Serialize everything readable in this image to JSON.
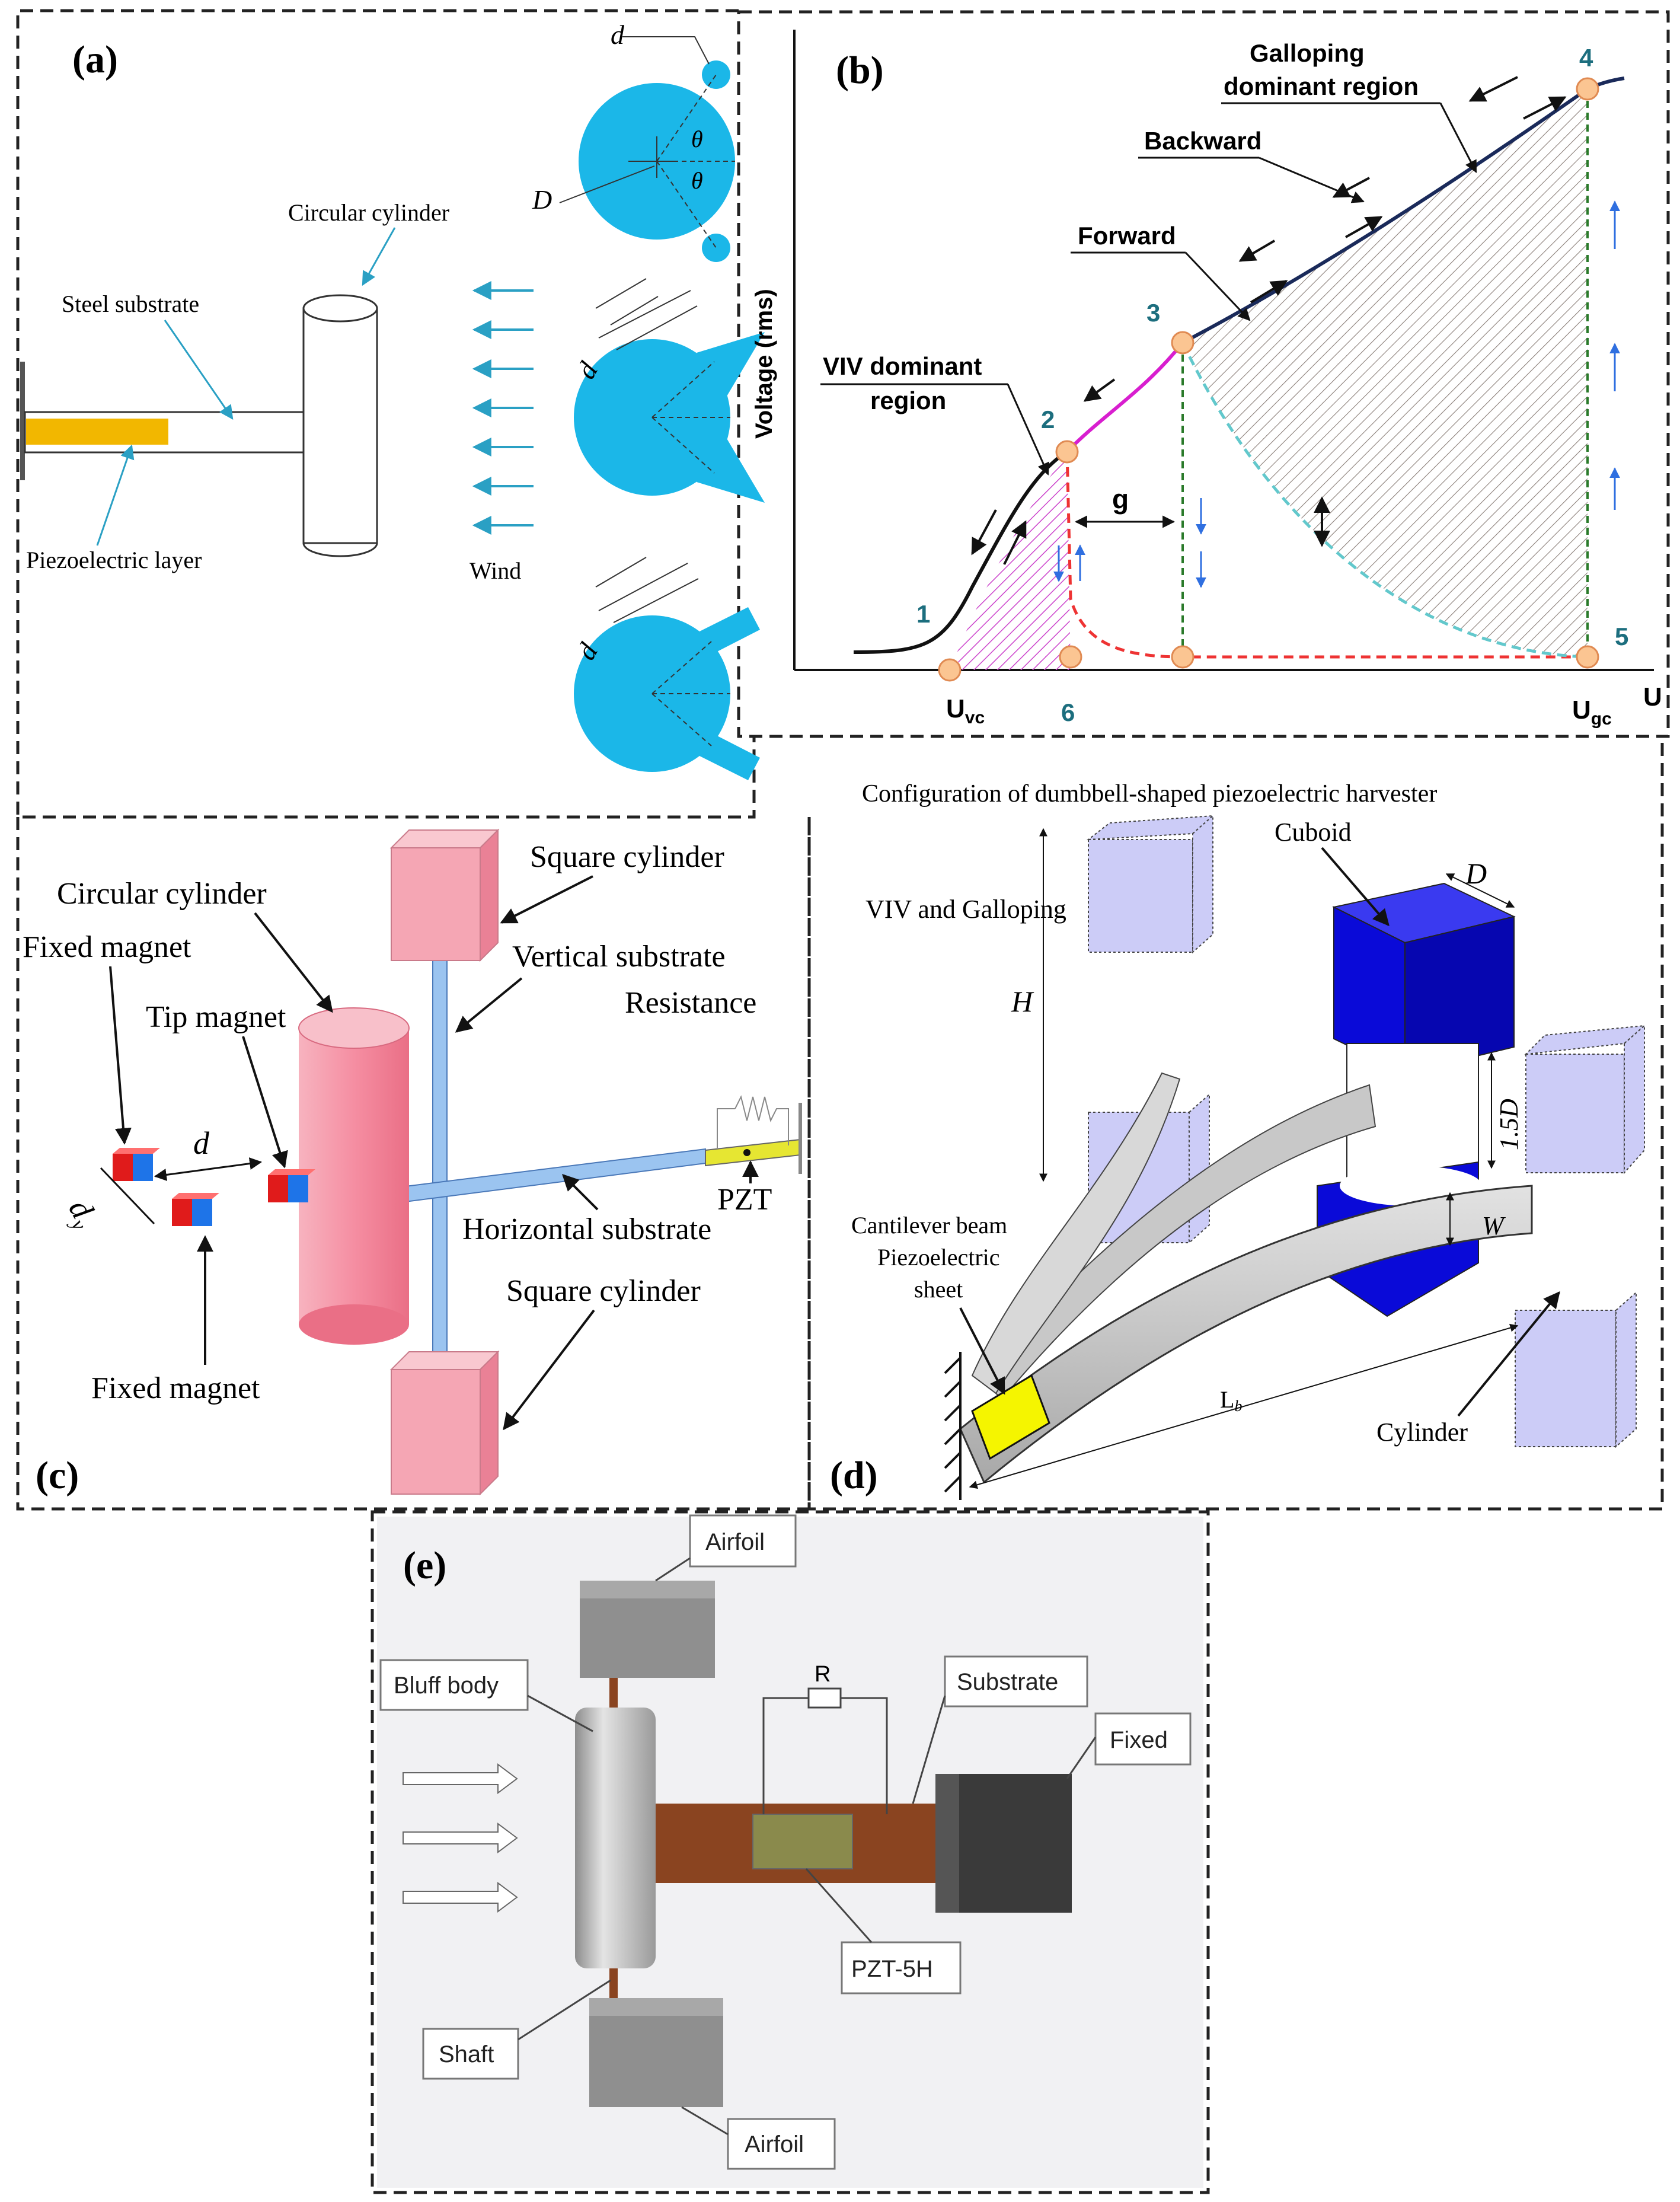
{
  "colors": {
    "cyan": "#1bb7e8",
    "pink": "#f5a6b4",
    "steel": "#9bc4f0",
    "blue_cube": "#0a0ad8",
    "pale_cube": "#c9c9f6",
    "airfoil": "#8f8f8f",
    "substrate_e": "#8a4420",
    "pzt_e": "#8a8a4c",
    "fixed_e": "#3a3a3a",
    "piezo_yellow": "#f2b700",
    "teal_label": "#1c6e7e",
    "hatch_pink": "#cc44cc",
    "dash_red": "#ee3333",
    "dash_green": "#2a7a2a",
    "dash_cyan": "#62c8cc",
    "curve_navy": "#1a2a5a",
    "curve_magenta": "#d81ecf"
  },
  "panel_a": {
    "tag": "(a)",
    "circular_cylinder": "Circular cylinder",
    "steel_substrate": "Steel substrate",
    "piezoelectric_layer": "Piezoelectric layer",
    "wind": "Wind",
    "sym_d_top": "d",
    "sym_D": "D",
    "sym_theta1": "θ",
    "sym_theta2": "θ",
    "sym_d_mid": "d",
    "sym_d_bot": "d"
  },
  "panel_b": {
    "tag": "(b)",
    "ylabel": "Voltage (rms)",
    "xlabel": "U",
    "title_galloping_1": "Galloping",
    "title_galloping_2": "dominant region",
    "backward": "Backward",
    "forward": "Forward",
    "viv_1": "VIV dominant",
    "viv_2": "region",
    "gap": "g",
    "points": [
      "1",
      "2",
      "3",
      "4",
      "5",
      "6"
    ],
    "uvc": "U",
    "uvc_sub": "vc",
    "ugc": "U",
    "ugc_sub": "gc"
  },
  "panel_c": {
    "tag": "(c)",
    "square_top": "Square cylinder",
    "circular": "Circular cylinder",
    "fixed_magnet_top": "Fixed magnet",
    "vertical": "Vertical substrate",
    "tip": "Tip magnet",
    "resistance": "Resistance",
    "pzt": "PZT",
    "horizontal": "Horizontal substrate",
    "square_bottom": "Square cylinder",
    "fixed_magnet_bottom": "Fixed magnet",
    "sym_d": "d",
    "sym_dy": "d",
    "sym_dy_sub": "y"
  },
  "panel_d": {
    "tag": "(d)",
    "title": "Configuration of dumbbell-shaped piezoelectric harvester",
    "cuboid": "Cuboid",
    "viv_gall": "VIV and Galloping",
    "sym_H": "H",
    "sym_D": "D",
    "sym_15D": "1.5D",
    "sym_W": "W",
    "sym_Lb": "L",
    "sym_Lb_sub": "b",
    "cantilever": "Cantilever beam",
    "piezo_1": "Piezoelectric",
    "piezo_2": "sheet",
    "cylinder": "Cylinder"
  },
  "panel_e": {
    "tag": "(e)",
    "airfoil_top": "Airfoil",
    "bluff": "Bluff body",
    "r": "R",
    "substrate": "Substrate",
    "fixed": "Fixed",
    "pzt": "PZT-5H",
    "shaft": "Shaft",
    "airfoil_bottom": "Airfoil"
  }
}
